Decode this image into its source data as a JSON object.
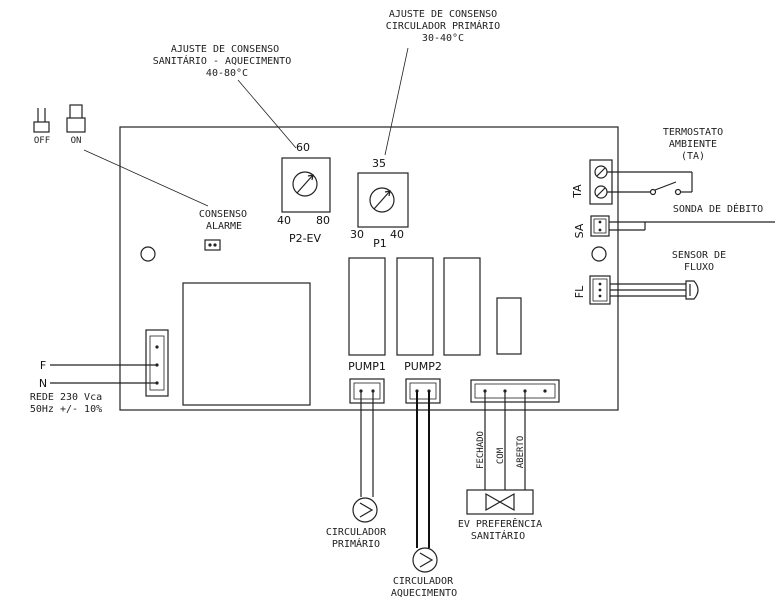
{
  "labels": {
    "ajuste_consenso_san_l1": "AJUSTE DE CONSENSO",
    "ajuste_consenso_san_l2": "SANITÁRIO - AQUECIMENTO",
    "ajuste_consenso_san_l3": "40-80°C",
    "ajuste_consenso_prim_l1": "AJUSTE DE CONSENSO",
    "ajuste_consenso_prim_l2": "CIRCULADOR PRIMÁRIO",
    "ajuste_consenso_prim_l3": "30-40°C",
    "switch_off": "OFF",
    "switch_on": "ON",
    "consenso_l1": "CONSENSO",
    "consenso_l2": "ALARME",
    "p2_top": "60",
    "p2_min": "40",
    "p2_max": "80",
    "p2_name": "P2-EV",
    "p1_top": "35",
    "p1_min": "30",
    "p1_max": "40",
    "p1_name": "P1",
    "termostato_l1": "TERMOSTATO",
    "termostato_l2": "AMBIENTE",
    "termostato_l3": "(TA)",
    "ta": "TA",
    "sa": "SA",
    "fl": "FL",
    "sonda": "SONDA DE DÉBITO",
    "sensor_l1": "SENSOR DE",
    "sensor_l2": "FLUXO",
    "f": "F",
    "n": "N",
    "rede_l1": "REDE 230 Vca",
    "rede_l2": "50Hz +/- 10%",
    "pump1": "PUMP1",
    "pump2": "PUMP2",
    "fechado": "FECHADO",
    "com": "COM",
    "aberto": "ABERTO",
    "circ_prim_l1": "CIRCULADOR",
    "circ_prim_l2": "PRIMÁRIO",
    "circ_aq_l1": "CIRCULADOR",
    "circ_aq_l2": "AQUECIMENTO",
    "ev_l1": "EV PREFERÊNCIA",
    "ev_l2": "SANITÁRIO"
  }
}
